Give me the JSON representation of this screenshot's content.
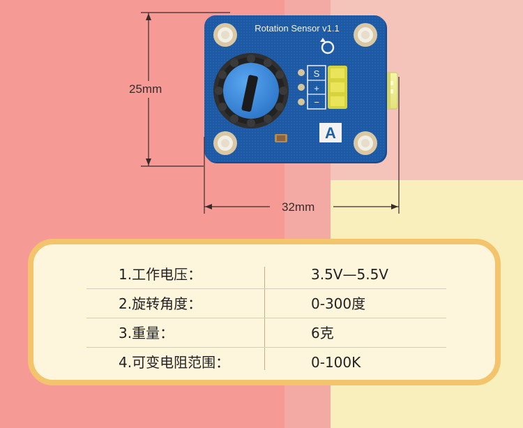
{
  "board": {
    "title": "Rotation Sensor v1.1",
    "pins": [
      "S",
      "+",
      "−"
    ],
    "logo": "A"
  },
  "dimensions": {
    "height": "25mm",
    "width": "32mm"
  },
  "specs": [
    {
      "label": "1.工作电压：",
      "value": "3.5V—5.5V"
    },
    {
      "label": "2.旋转角度：",
      "value": "0-300度"
    },
    {
      "label": "3.重量：",
      "value": "6克"
    },
    {
      "label": "4.可变电阻范围：",
      "value": "0-100K"
    }
  ],
  "colors": {
    "pcb": "#1f5fa8",
    "knob": "#3d8fe0",
    "panel_border": "#f3c46b",
    "panel_fill": "#fdf5dc"
  }
}
